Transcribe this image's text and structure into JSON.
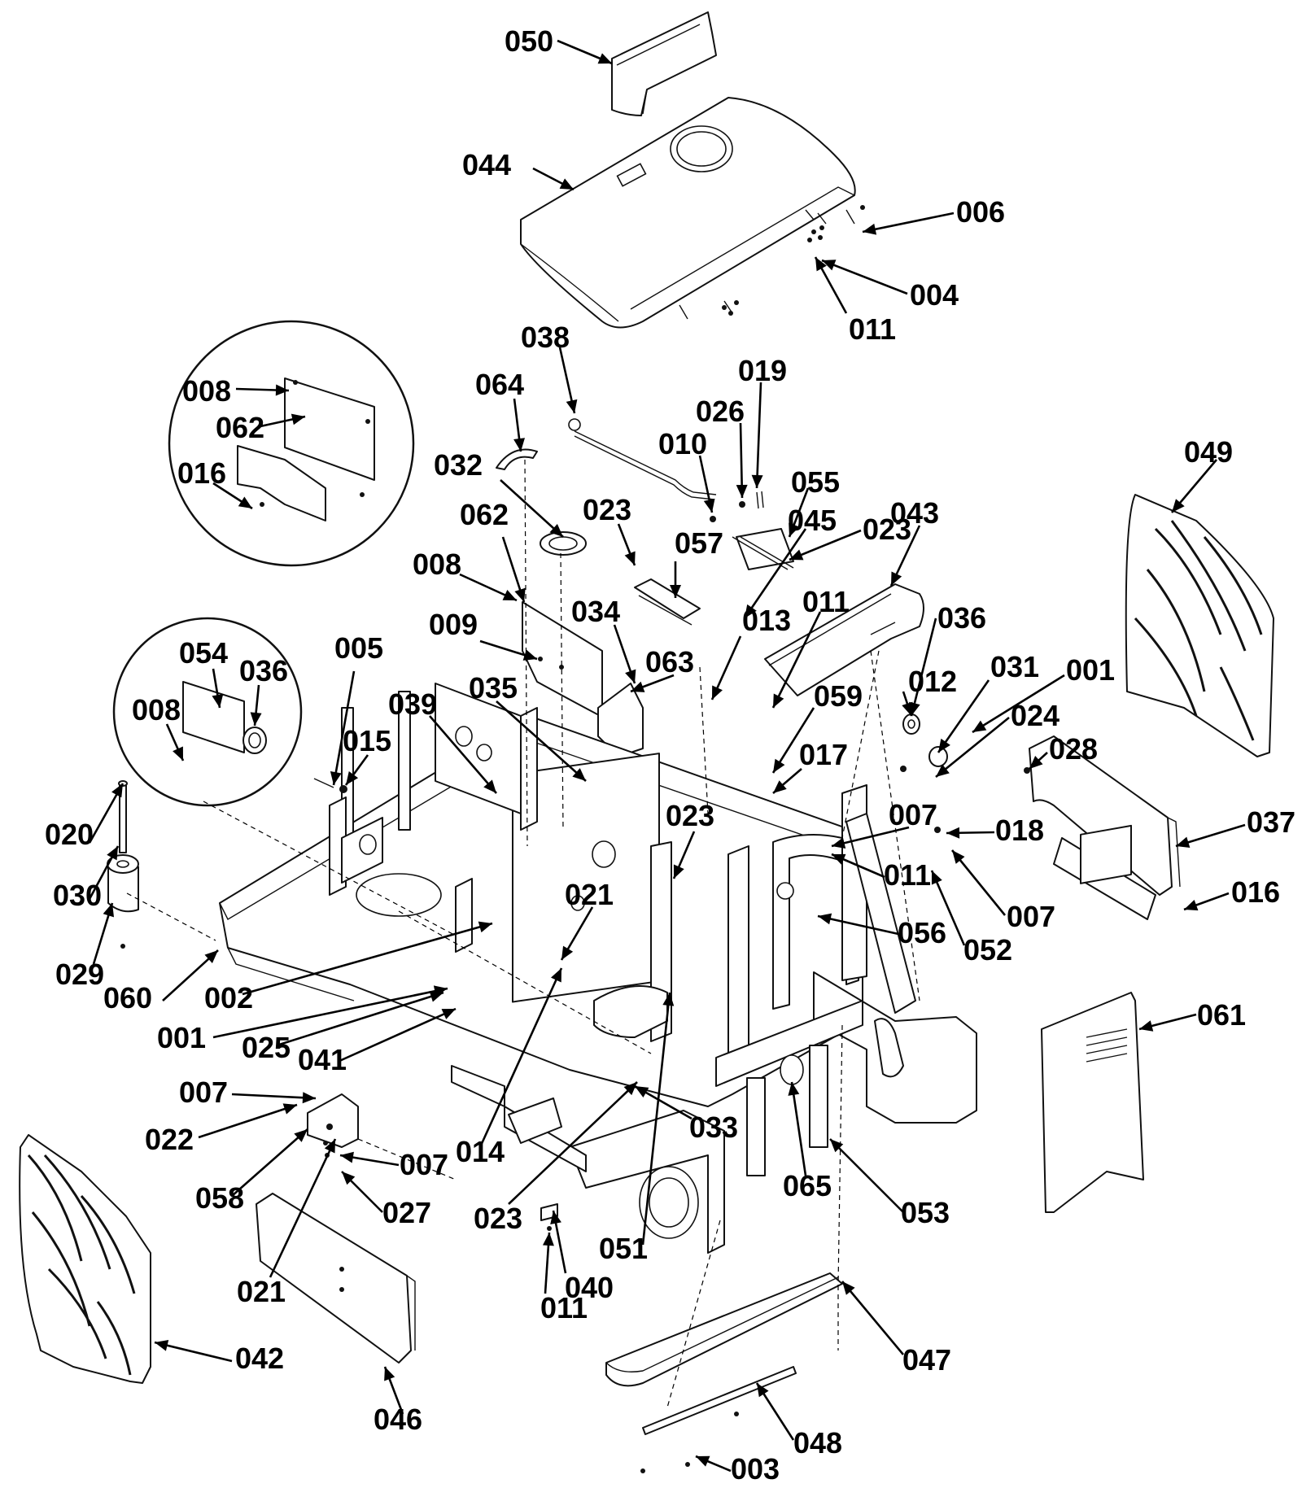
{
  "diagram": {
    "callouts": [
      {
        "id": "c050",
        "text": "050"
      },
      {
        "id": "c044",
        "text": "044"
      },
      {
        "id": "c006",
        "text": "006"
      },
      {
        "id": "c004",
        "text": "004"
      },
      {
        "id": "c011a",
        "text": "011"
      },
      {
        "id": "c038",
        "text": "038"
      },
      {
        "id": "c019",
        "text": "019"
      },
      {
        "id": "c064",
        "text": "064"
      },
      {
        "id": "c026",
        "text": "026"
      },
      {
        "id": "c010",
        "text": "010"
      },
      {
        "id": "c008a",
        "text": "008"
      },
      {
        "id": "c062a",
        "text": "062"
      },
      {
        "id": "c016a",
        "text": "016"
      },
      {
        "id": "c032",
        "text": "032"
      },
      {
        "id": "c055",
        "text": "055"
      },
      {
        "id": "c049",
        "text": "049"
      },
      {
        "id": "c023a",
        "text": "023"
      },
      {
        "id": "c045",
        "text": "045"
      },
      {
        "id": "c023b",
        "text": "023"
      },
      {
        "id": "c043",
        "text": "043"
      },
      {
        "id": "c062b",
        "text": "062"
      },
      {
        "id": "c057",
        "text": "057"
      },
      {
        "id": "c008b",
        "text": "008"
      },
      {
        "id": "c034",
        "text": "034"
      },
      {
        "id": "c011b",
        "text": "011"
      },
      {
        "id": "c036a",
        "text": "036"
      },
      {
        "id": "c009",
        "text": "009"
      },
      {
        "id": "c013",
        "text": "013"
      },
      {
        "id": "c005",
        "text": "005"
      },
      {
        "id": "c054",
        "text": "054"
      },
      {
        "id": "c036b",
        "text": "036"
      },
      {
        "id": "c063",
        "text": "063"
      },
      {
        "id": "c012",
        "text": "012"
      },
      {
        "id": "c031",
        "text": "031"
      },
      {
        "id": "c001a",
        "text": "001"
      },
      {
        "id": "c035",
        "text": "035"
      },
      {
        "id": "c039",
        "text": "039"
      },
      {
        "id": "c059",
        "text": "059"
      },
      {
        "id": "c008c",
        "text": "008"
      },
      {
        "id": "c024",
        "text": "024"
      },
      {
        "id": "c015",
        "text": "015"
      },
      {
        "id": "c028",
        "text": "028"
      },
      {
        "id": "c017",
        "text": "017"
      },
      {
        "id": "c007a",
        "text": "007"
      },
      {
        "id": "c037",
        "text": "037"
      },
      {
        "id": "c018",
        "text": "018"
      },
      {
        "id": "c020",
        "text": "020"
      },
      {
        "id": "c023c",
        "text": "023"
      },
      {
        "id": "c011c",
        "text": "011"
      },
      {
        "id": "c007b",
        "text": "007"
      },
      {
        "id": "c030",
        "text": "030"
      },
      {
        "id": "c021a",
        "text": "021"
      },
      {
        "id": "c016b",
        "text": "016"
      },
      {
        "id": "c056",
        "text": "056"
      },
      {
        "id": "c052",
        "text": "052"
      },
      {
        "id": "c029",
        "text": "029"
      },
      {
        "id": "c060",
        "text": "060"
      },
      {
        "id": "c002",
        "text": "002"
      },
      {
        "id": "c061",
        "text": "061"
      },
      {
        "id": "c001b",
        "text": "001"
      },
      {
        "id": "c025",
        "text": "025"
      },
      {
        "id": "c041",
        "text": "041"
      },
      {
        "id": "c007c",
        "text": "007"
      },
      {
        "id": "c033",
        "text": "033"
      },
      {
        "id": "c022",
        "text": "022"
      },
      {
        "id": "c014",
        "text": "014"
      },
      {
        "id": "c007d",
        "text": "007"
      },
      {
        "id": "c058",
        "text": "058"
      },
      {
        "id": "c065",
        "text": "065"
      },
      {
        "id": "c027",
        "text": "027"
      },
      {
        "id": "c053",
        "text": "053"
      },
      {
        "id": "c023d",
        "text": "023"
      },
      {
        "id": "c051",
        "text": "051"
      },
      {
        "id": "c040",
        "text": "040"
      },
      {
        "id": "c021b",
        "text": "021"
      },
      {
        "id": "c011d",
        "text": "011"
      },
      {
        "id": "c042",
        "text": "042"
      },
      {
        "id": "c047",
        "text": "047"
      },
      {
        "id": "c046",
        "text": "046"
      },
      {
        "id": "c048",
        "text": "048"
      },
      {
        "id": "c003",
        "text": "003"
      }
    ]
  }
}
